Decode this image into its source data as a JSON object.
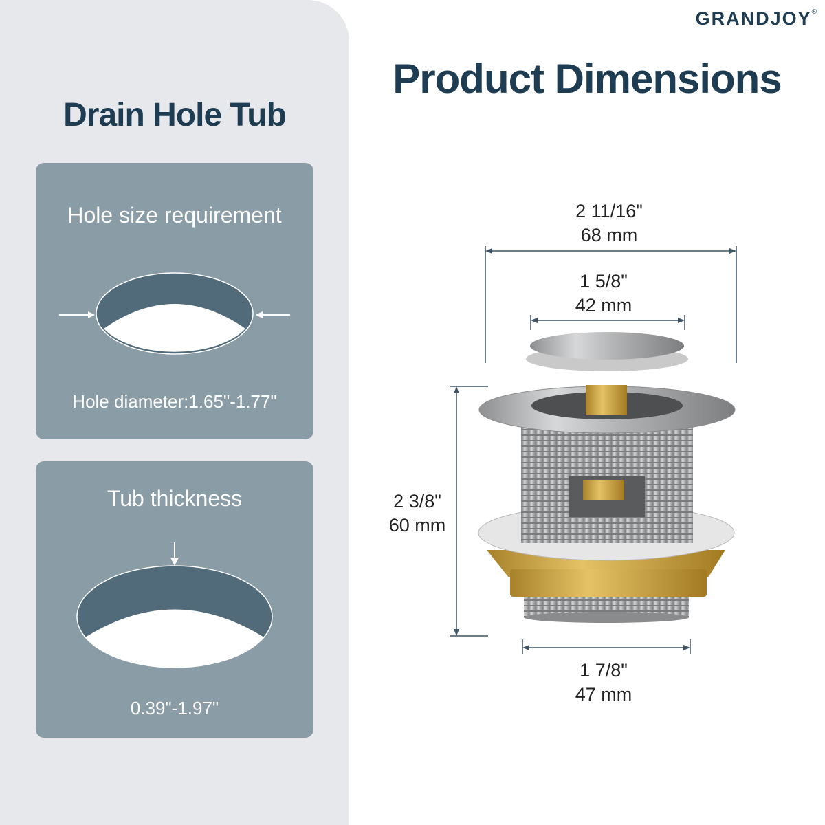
{
  "brand": {
    "name": "GRANDJOY",
    "mark": "®"
  },
  "left": {
    "title": "Drain Hole Tub",
    "hole_card": {
      "title": "Hole size requirement",
      "caption": "Hole diameter:1.65\"-1.77\""
    },
    "thickness_card": {
      "title": "Tub thickness",
      "caption": "0.39\"-1.97\""
    }
  },
  "main": {
    "title": "Product Dimensions",
    "dimensions": {
      "flange_width": {
        "imperial": "2 11/16\"",
        "metric": "68 mm"
      },
      "cap_width": {
        "imperial": "1 5/8\"",
        "metric": "42 mm"
      },
      "height": {
        "imperial": "2 3/8\"",
        "metric": "60 mm"
      },
      "thread_width": {
        "imperial": "1 7/8\"",
        "metric": "47 mm"
      }
    }
  },
  "colors": {
    "title": "#1f3d52",
    "card": "#8a9ca6",
    "hole_fill": "#526b7a",
    "panel": "#e6e8ec",
    "dimension_line": "#3f5566",
    "brass": "#c9a43f"
  }
}
